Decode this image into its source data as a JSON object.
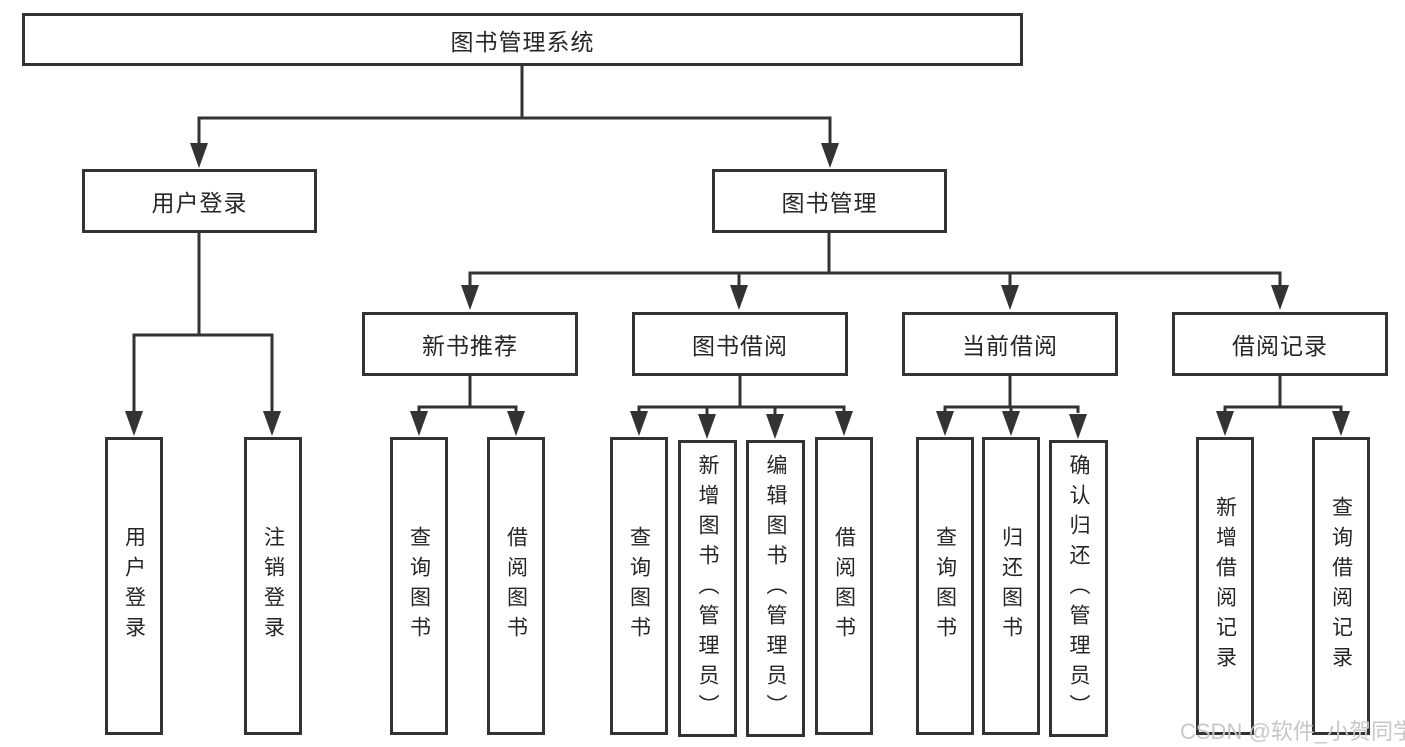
{
  "root": {
    "label": "图书管理系统"
  },
  "branches": [
    {
      "label": "用户登录",
      "leaves": [
        "用户登录",
        "注销登录"
      ]
    },
    {
      "label": "图书管理",
      "groups": [
        {
          "label": "新书推荐",
          "leaves": [
            "查询图书",
            "借阅图书"
          ]
        },
        {
          "label": "图书借阅",
          "leaves": [
            "查询图书",
            "新增图书（管理员）",
            "编辑图书（管理员）",
            "借阅图书"
          ]
        },
        {
          "label": "当前借阅",
          "leaves": [
            "查询图书",
            "归还图书",
            "确认归还（管理员）"
          ]
        },
        {
          "label": "借阅记录",
          "leaves": [
            "新增借阅记录",
            "查询借阅记录"
          ]
        }
      ]
    }
  ],
  "watermark": {
    "text": "CSDN @软件_小贺同学"
  },
  "colors": {
    "line": "#333333",
    "box_border": "#333333",
    "text": "#262626",
    "background": "#ffffff",
    "watermark": "#c7c7c7"
  }
}
